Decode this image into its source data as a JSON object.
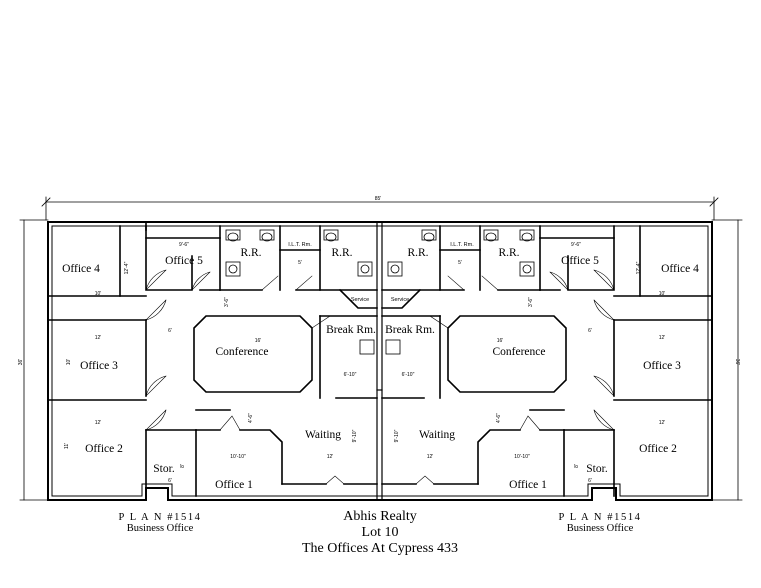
{
  "overall_dimension": "85'",
  "side_dimensions": {
    "left": "36'",
    "right": "36'"
  },
  "rooms": {
    "office4_left": "Office 4",
    "office5_left": "Office 5",
    "rr_1": "R.R.",
    "ilt_left": "I.L.T. Rm.",
    "rr_2": "R.R.",
    "rr_3": "R.R.",
    "ilt_right": "I.L.T. Rm.",
    "rr_4": "R.R.",
    "office5_right": "Office 5",
    "office4_right": "Office 4",
    "office3_left": "Office 3",
    "conference_left": "Conference",
    "break_left": "Break Rm.",
    "break_right": "Break Rm.",
    "conference_right": "Conference",
    "office3_right": "Office 3",
    "office2_left": "Office 2",
    "stor_left": "Stor.",
    "office1_left": "Office 1",
    "waiting_left": "Waiting",
    "waiting_right": "Waiting",
    "office1_right": "Office 1",
    "stor_right": "Stor.",
    "office2_right": "Office 2",
    "service_left": "Service",
    "service_right": "Service"
  },
  "dims": {
    "d9_6": "9'-6\"",
    "d12_4": "12'-4\"",
    "d12": "12'",
    "d10": "10'",
    "d11": "11'",
    "d16": "16'",
    "d6": "6'",
    "d5": "5'",
    "d3_6": "3'-6\"",
    "d6_10": "6'-10\"",
    "d9_10": "9'-10\"",
    "d10_10": "10'-10\"",
    "d4_6": "4'-6\"",
    "d8": "8'"
  },
  "captions": {
    "plan_left": "P L A N #1514",
    "sub_left": "Business Office",
    "plan_right": "P L A N #1514",
    "sub_right": "Business Office",
    "title1": "Abhis Realty",
    "title2": "Lot 10",
    "title3": "The Offices At Cypress 433"
  }
}
